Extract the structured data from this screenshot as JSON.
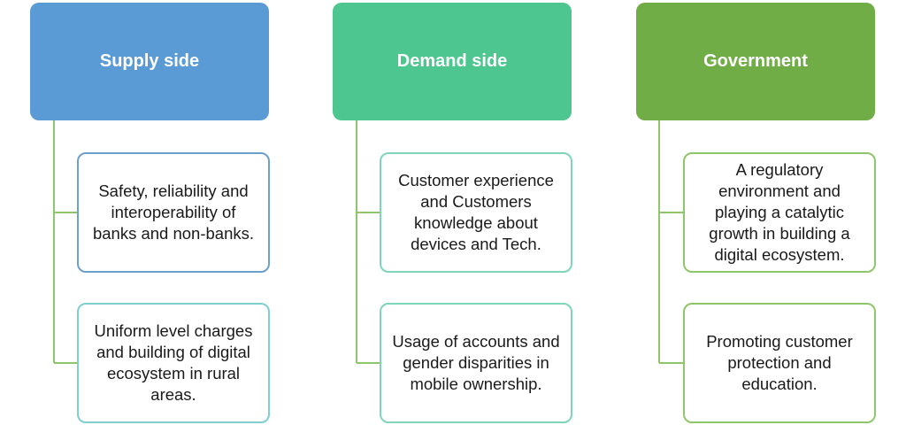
{
  "colors": {
    "supply": "#5b9bd5",
    "demand": "#4dc78f",
    "government": "#70ad47"
  },
  "columns": [
    {
      "header": "Supply side",
      "items": [
        "Safety, reliability and interoperability of banks and non-banks.",
        "Uniform level charges and building of digital ecosystem in rural areas."
      ]
    },
    {
      "header": "Demand side",
      "items": [
        "Customer experience and Customers knowledge about devices and Tech.",
        "Usage of accounts and gender disparities in mobile ownership."
      ]
    },
    {
      "header": "Government",
      "items": [
        "A regulatory environment and playing a catalytic growth in building a digital ecosystem.",
        "Promoting customer protection and education."
      ]
    }
  ]
}
